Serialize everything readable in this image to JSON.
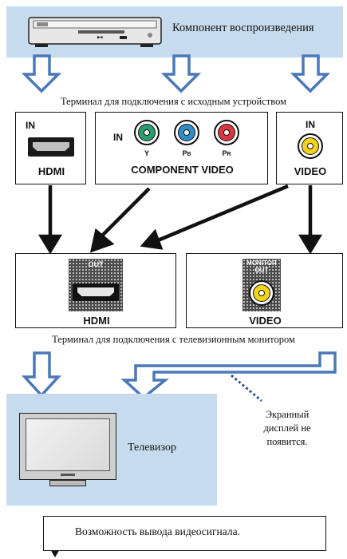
{
  "source": {
    "caption": "Компонент воспроизведения",
    "terminal_caption": "Терминал для подключения с исходным устройством"
  },
  "inputs": {
    "hdmi": {
      "in_label": "IN",
      "name": "HDMI"
    },
    "component": {
      "in_label": "IN",
      "name": "COMPONENT VIDEO",
      "jacks": [
        {
          "label": "Y",
          "color": "#2a9d6e"
        },
        {
          "label": "PB",
          "color": "#2f8ec8"
        },
        {
          "label": "PR",
          "color": "#d93840"
        }
      ]
    },
    "video": {
      "in_label": "IN",
      "name": "VIDEO",
      "color": "#f3d21a"
    }
  },
  "outputs": {
    "hdmi": {
      "out_label": "OUT",
      "name": "HDMI"
    },
    "video": {
      "out_label": "MONITOR OUT",
      "out_line1": "MONITOR",
      "out_line2": "OUT",
      "name": "VIDEO"
    },
    "terminal_caption": "Терминал для подключения с телевизионным монитором"
  },
  "tv": {
    "caption": "Телевизор"
  },
  "note": {
    "line1": "Экранный",
    "line2": "дисплей не",
    "line3": "появится."
  },
  "legend": {
    "text": "Возможность вывода видеосигнала."
  },
  "colors": {
    "band": "#c7dbee",
    "arrow_outline": "#4a78b8",
    "arrow_fill": "#ffffff",
    "dotted": "#2c4f9a"
  }
}
